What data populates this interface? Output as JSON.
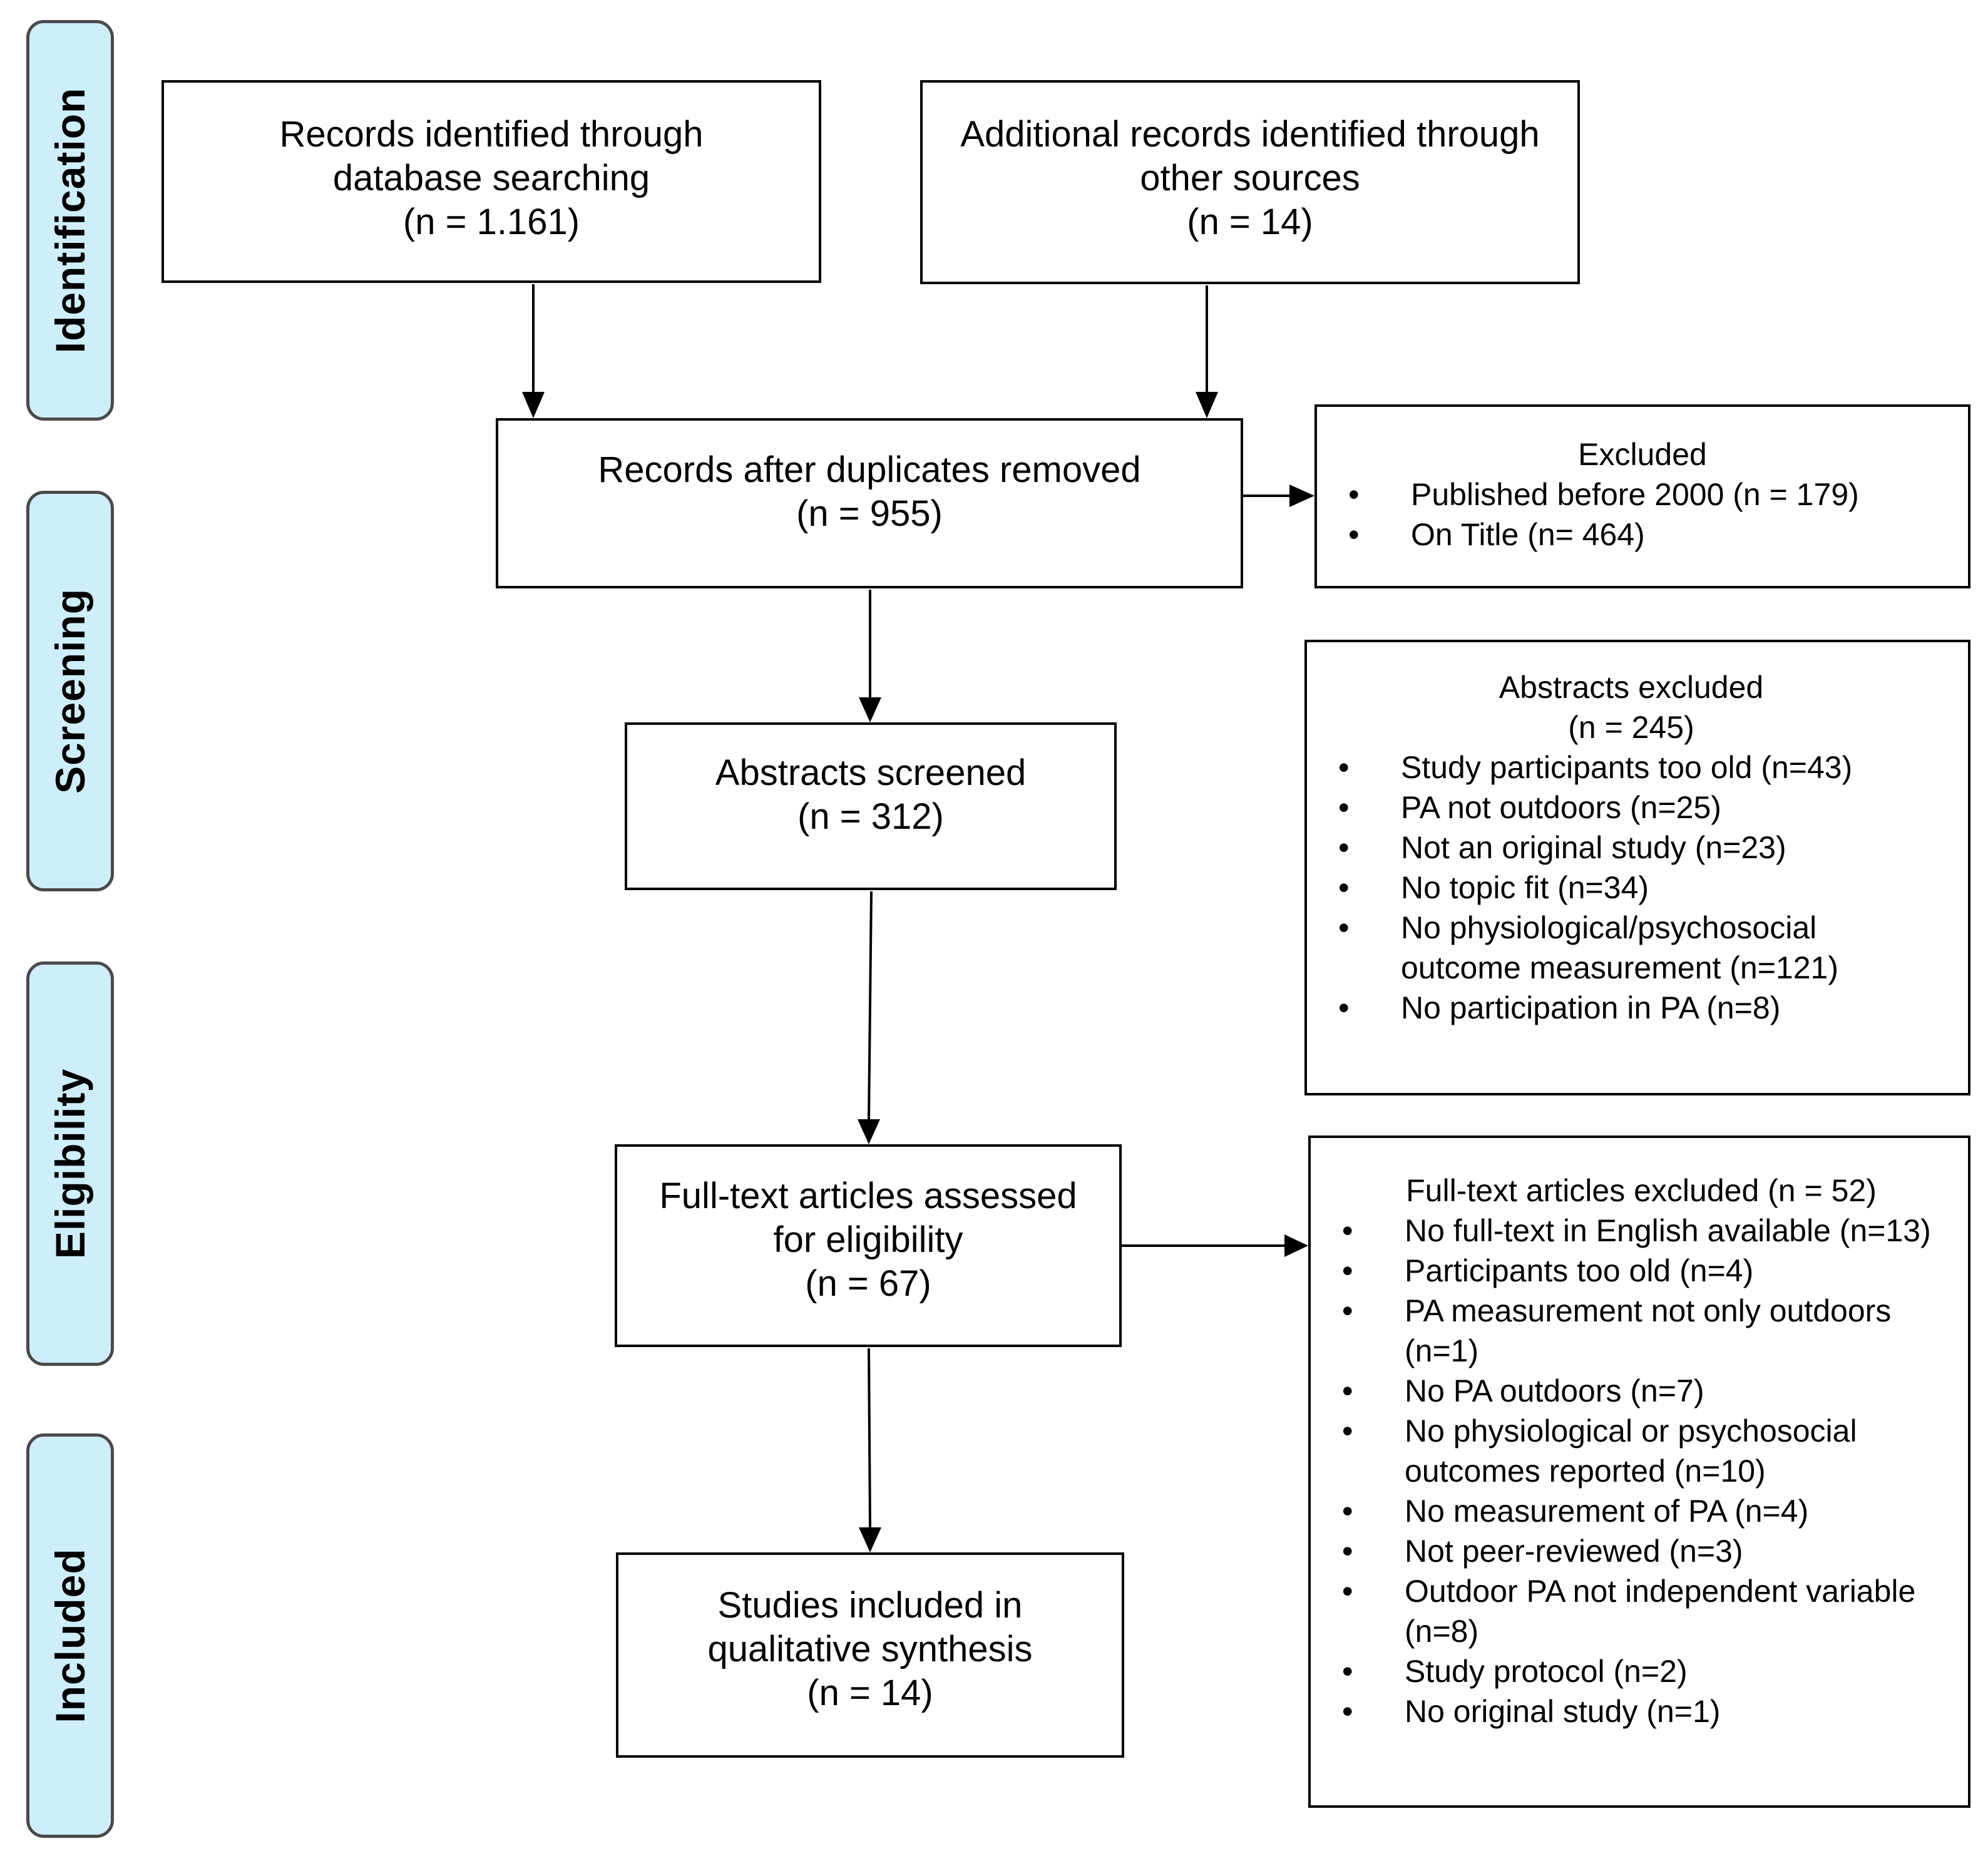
{
  "stages": {
    "identification": "Identification",
    "screening": "Screening",
    "eligibility": "Eligibility",
    "included": "Included"
  },
  "boxes": {
    "database_records": {
      "line1": "Records identified through",
      "line2": "database searching",
      "count": "(n = 1.161)"
    },
    "other_records": {
      "line1": "Additional records identified through",
      "line2": "other sources",
      "count": "(n = 14)"
    },
    "after_duplicates": {
      "line1": "Records after duplicates removed",
      "count": "(n = 955)"
    },
    "abstracts_screened": {
      "line1": "Abstracts screened",
      "count": "(n = 312)"
    },
    "fulltext_assessed": {
      "line1": "Full-text articles assessed",
      "line2": "for eligibility",
      "count": "(n = 67)"
    },
    "studies_included": {
      "line1": "Studies included in",
      "line2": "qualitative synthesis",
      "count": "(n = 14)"
    }
  },
  "exclusions": {
    "excluded": {
      "title": "Excluded",
      "items": [
        "Published before 2000 (n = 179)",
        "On Title (n= 464)"
      ]
    },
    "abstracts_excluded": {
      "title": "Abstracts excluded",
      "count": "(n = 245)",
      "items": [
        "Study participants too old (n=43)",
        "PA not outdoors (n=25)",
        "Not an original study (n=23)",
        "No topic fit (n=34)",
        "No physiological/psychosocial outcome measurement (n=121)",
        "No participation in PA (n=8)"
      ]
    },
    "fulltext_excluded": {
      "title": "Full-text articles excluded (n = 52)",
      "items": [
        "No full-text in English available (n=13)",
        "Participants too old (n=4)",
        "PA measurement not only outdoors (n=1)",
        "No PA outdoors (n=7)",
        "No physiological or psychosocial outcomes reported (n=10)",
        "No measurement of PA (n=4)",
        "Not peer-reviewed (n=3)",
        "Outdoor PA not independent variable (n=8)",
        "Study protocol (n=2)",
        "No original study (n=1)"
      ]
    }
  }
}
